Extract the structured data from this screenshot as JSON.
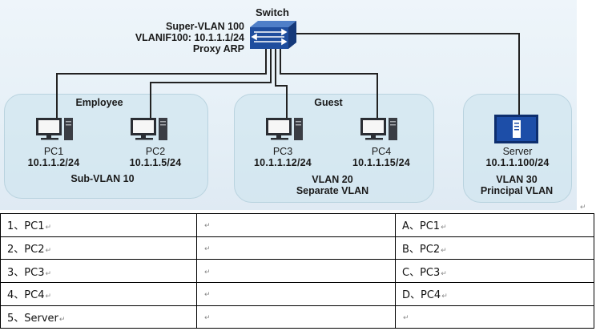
{
  "switch": {
    "title": "Switch",
    "label_lines": [
      "Super-VLAN 100",
      "VLANIF100: 10.1.1.1/24",
      "Proxy ARP"
    ]
  },
  "groups": {
    "employee": {
      "title": "Employee",
      "footer": "Sub-VLAN 10"
    },
    "guest": {
      "title": "Guest",
      "footer_lines": [
        "VLAN 20",
        "Separate VLAN"
      ]
    },
    "server": {
      "footer_lines": [
        "VLAN 30",
        "Principal VLAN"
      ]
    }
  },
  "hosts": [
    {
      "name": "PC1",
      "ip": "10.1.1.2/24",
      "icon": "pc-icon"
    },
    {
      "name": "PC2",
      "ip": "10.1.1.5/24",
      "icon": "pc-icon"
    },
    {
      "name": "PC3",
      "ip": "10.1.1.12/24",
      "icon": "pc-icon"
    },
    {
      "name": "PC4",
      "ip": "10.1.1.15/24",
      "icon": "pc-icon"
    },
    {
      "name": "Server",
      "ip": "10.1.1.100/24",
      "icon": "server-icon"
    }
  ],
  "table": {
    "mark": "↵",
    "rows": [
      {
        "left": "1、PC1",
        "middle": "",
        "right": "A、PC1"
      },
      {
        "left": "2、PC2",
        "middle": "",
        "right": "B、PC2"
      },
      {
        "left": "3、PC3",
        "middle": "",
        "right": "C、PC3"
      },
      {
        "left": "4、PC4",
        "middle": "",
        "right": "D、PC4"
      },
      {
        "left": "5、Server",
        "middle": "",
        "right": ""
      }
    ]
  },
  "colors": {
    "switch_blue": "#1f4e9e",
    "server_blue": "#1d4ea8",
    "link": "#222222",
    "group_fill": "#cde4ee"
  }
}
